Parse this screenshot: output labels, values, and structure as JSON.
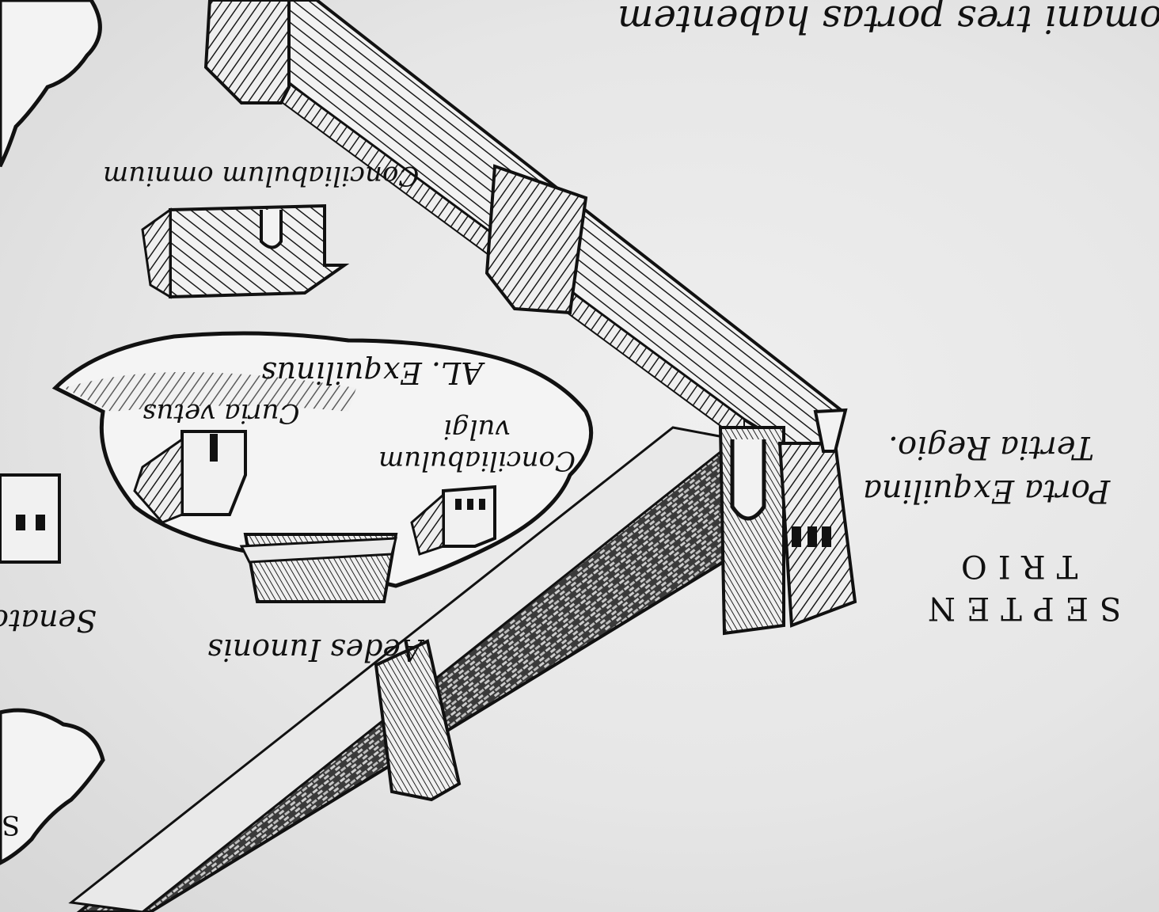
{
  "map": {
    "labels": {
      "top_right": "Romani tres portas habentem",
      "conciliabulum_omnium": "Conciliabulum omnium",
      "al_exquilinus": "AL. Exquilinus",
      "curia_vetus": "Curia vetus",
      "conciliabulum_vulgi_line1": "Conciliabulum",
      "conciliabulum_vulgi_line2": "vulgi",
      "aedes_iunonis": "Aedes Iunonis",
      "porta_line1": "Porta Exquilina",
      "porta_line2": "Tertia Regio.",
      "septen": "SEPTEN",
      "trio": "TRIO",
      "senator": "Senator",
      "s_fragment": "S"
    },
    "colors": {
      "paper": "#e8e8e8",
      "ink": "#111111"
    }
  }
}
